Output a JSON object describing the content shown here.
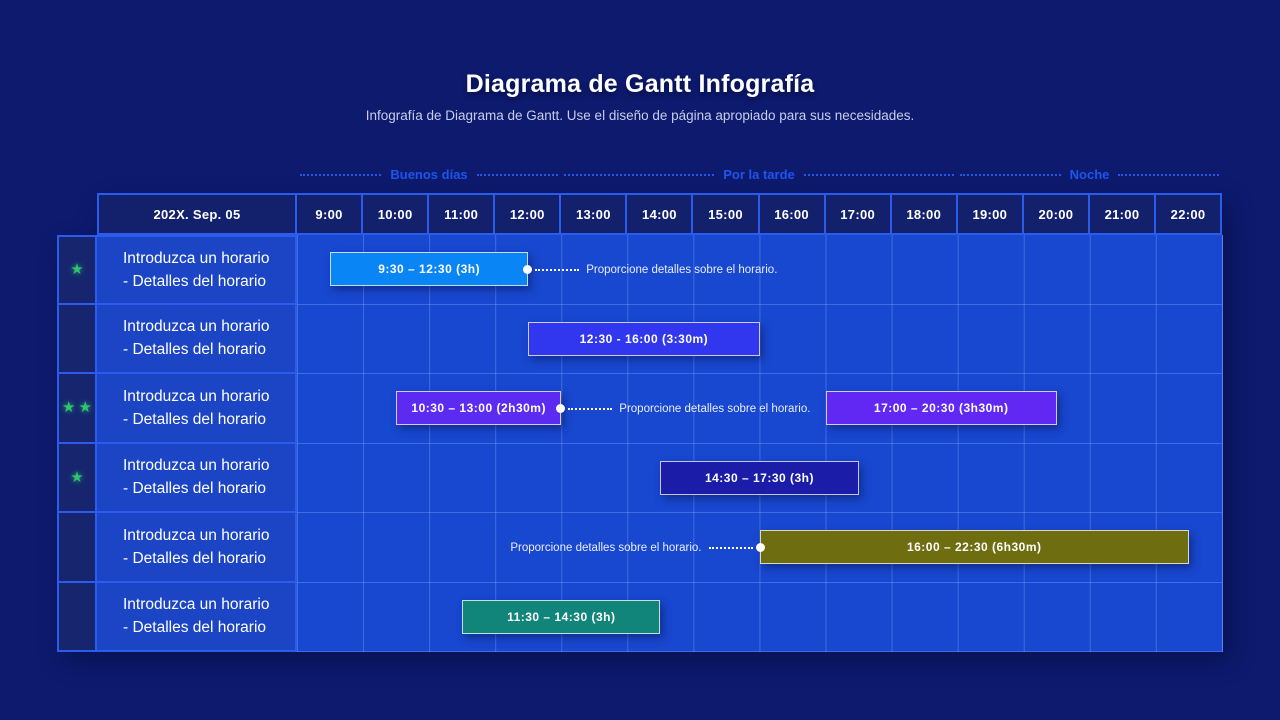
{
  "page": {
    "title": "Diagrama de Gantt Infografía",
    "subtitle": "Infografía de Diagrama de Gantt. Use el diseño de página apropiado para sus necesidades."
  },
  "periods": [
    {
      "label": "Buenos días"
    },
    {
      "label": "Por la tarde"
    },
    {
      "label": "Noche"
    }
  ],
  "table": {
    "date_header": "202X. Sep. 05",
    "hours": [
      "9:00",
      "10:00",
      "11:00",
      "12:00",
      "13:00",
      "14:00",
      "15:00",
      "16:00",
      "17:00",
      "18:00",
      "19:00",
      "20:00",
      "21:00",
      "22:00"
    ]
  },
  "rows": [
    {
      "stars": 1,
      "label_line1": "Introduzca un horario",
      "label_line2": "- Detalles del horario",
      "bars": [
        {
          "label": "9:30 – 12:30 (3h)",
          "start": 9.5,
          "end": 12.5,
          "color": "#0a85f6",
          "note": "Proporcione detalles sobre el horario.",
          "note_side": "right"
        }
      ]
    },
    {
      "stars": 0,
      "label_line1": "Introduzca un horario",
      "label_line2": "- Detalles del horario",
      "bars": [
        {
          "label": "12:30 - 16:00 (3:30m)",
          "start": 12.5,
          "end": 16,
          "color": "#3136ef"
        }
      ]
    },
    {
      "stars": 2,
      "label_line1": "Introduzca un horario",
      "label_line2": "- Detalles del horario",
      "bars": [
        {
          "label": "10:30 – 13:00 (2h30m)",
          "start": 10.5,
          "end": 13,
          "color": "#5c2bf2",
          "note": "Proporcione detalles sobre el horario.",
          "note_side": "right"
        },
        {
          "label": "17:00 – 20:30 (3h30m)",
          "start": 17,
          "end": 20.5,
          "color": "#6127f3"
        }
      ]
    },
    {
      "stars": 1,
      "label_line1": "Introduzca un horario",
      "label_line2": "- Detalles del horario",
      "bars": [
        {
          "label": "14:30 – 17:30 (3h)",
          "start": 14.5,
          "end": 17.5,
          "color": "#1b1da9"
        }
      ]
    },
    {
      "stars": 0,
      "label_line1": "Introduzca un horario",
      "label_line2": "- Detalles del horario",
      "bars": [
        {
          "label": "16:00 – 22:30 (6h30m)",
          "start": 16,
          "end": 22.5,
          "color": "#6e6e11",
          "note": "Proporcione detalles sobre el horario.",
          "note_side": "left"
        }
      ]
    },
    {
      "stars": 0,
      "label_line1": "Introduzca un horario",
      "label_line2": "- Detalles del horario",
      "bars": [
        {
          "label": "11:30 – 14:30 (3h)",
          "start": 11.5,
          "end": 14.5,
          "color": "#12857b"
        }
      ]
    }
  ],
  "colors": {
    "page_bg": "#0d1a6e",
    "header_bg": "#13216d",
    "star_cell_bg": "#16256e",
    "label_cell_bg": "#1c45c5",
    "chart_bg": "#1847d0",
    "table_border": "#2a5cee",
    "period_text": "#1e55ee",
    "star_green": "#2fc56f",
    "subtitle_text": "#c7cdec"
  },
  "chart_data": {
    "type": "bar",
    "subtype": "gantt",
    "title": "Diagrama de Gantt Infografía",
    "subtitle": "Infografía de Diagrama de Gantt. Use el diseño de página apropiado para sus necesidades.",
    "date_label": "202X. Sep. 05",
    "x_ticks": [
      "9:00",
      "10:00",
      "11:00",
      "12:00",
      "13:00",
      "14:00",
      "15:00",
      "16:00",
      "17:00",
      "18:00",
      "19:00",
      "20:00",
      "21:00",
      "22:00"
    ],
    "x_range_hours": [
      9,
      23
    ],
    "period_bands": [
      "Buenos días",
      "Por la tarde",
      "Noche"
    ],
    "grid": true,
    "tasks": [
      {
        "row": 1,
        "stars": 1,
        "task": "Introduzca un horario - Detalles del horario",
        "start_hour": 9.5,
        "end_hour": 12.5,
        "label": "9:30 – 12:30 (3h)",
        "color": "#0a85f6",
        "annotation": "Proporcione detalles sobre el horario."
      },
      {
        "row": 2,
        "stars": 0,
        "task": "Introduzca un horario - Detalles del horario",
        "start_hour": 12.5,
        "end_hour": 16,
        "label": "12:30 - 16:00 (3:30m)",
        "color": "#3136ef",
        "annotation": null
      },
      {
        "row": 3,
        "stars": 2,
        "task": "Introduzca un horario - Detalles del horario",
        "start_hour": 10.5,
        "end_hour": 13,
        "label": "10:30 – 13:00 (2h30m)",
        "color": "#5c2bf2",
        "annotation": "Proporcione detalles sobre el horario."
      },
      {
        "row": 3,
        "stars": 2,
        "task": "Introduzca un horario - Detalles del horario",
        "start_hour": 17,
        "end_hour": 20.5,
        "label": "17:00 – 20:30 (3h30m)",
        "color": "#6127f3",
        "annotation": null
      },
      {
        "row": 4,
        "stars": 1,
        "task": "Introduzca un horario - Detalles del horario",
        "start_hour": 14.5,
        "end_hour": 17.5,
        "label": "14:30 – 17:30 (3h)",
        "color": "#1b1da9",
        "annotation": null
      },
      {
        "row": 5,
        "stars": 0,
        "task": "Introduzca un horario - Detalles del horario",
        "start_hour": 16,
        "end_hour": 22.5,
        "label": "16:00 – 22:30 (6h30m)",
        "color": "#6e6e11",
        "annotation": "Proporcione detalles sobre el horario."
      },
      {
        "row": 6,
        "stars": 0,
        "task": "Introduzca un horario - Detalles del horario",
        "start_hour": 11.5,
        "end_hour": 14.5,
        "label": "11:30 – 14:30 (3h)",
        "color": "#12857b",
        "annotation": null
      }
    ]
  }
}
